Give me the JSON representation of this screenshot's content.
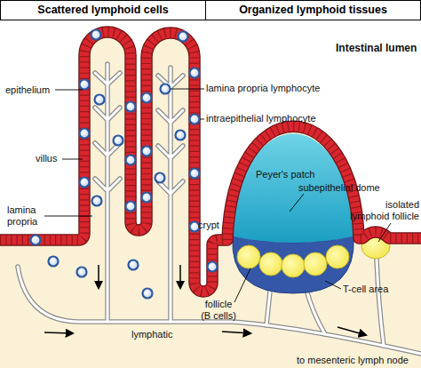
{
  "diagram": {
    "nodes": [
      {
        "text": [
          "Scattered lymphoid cells"
        ]
      },
      {
        "text": [
          "Organized lymphoid tissues"
        ]
      }
    ],
    "labels": [
      "Intestinal lumen",
      "epithelium",
      "lamina propria lymphocyte",
      "intraepithelial lymphocyte",
      "villus",
      "Peyer's patch",
      "subepithelial dome",
      "isolated lymphoid follicle",
      "lamina propria",
      "crypt",
      "T-cell area",
      "follicle (B cells)",
      "lymphatic",
      "to mesenteric lymph node"
    ]
  }
}
